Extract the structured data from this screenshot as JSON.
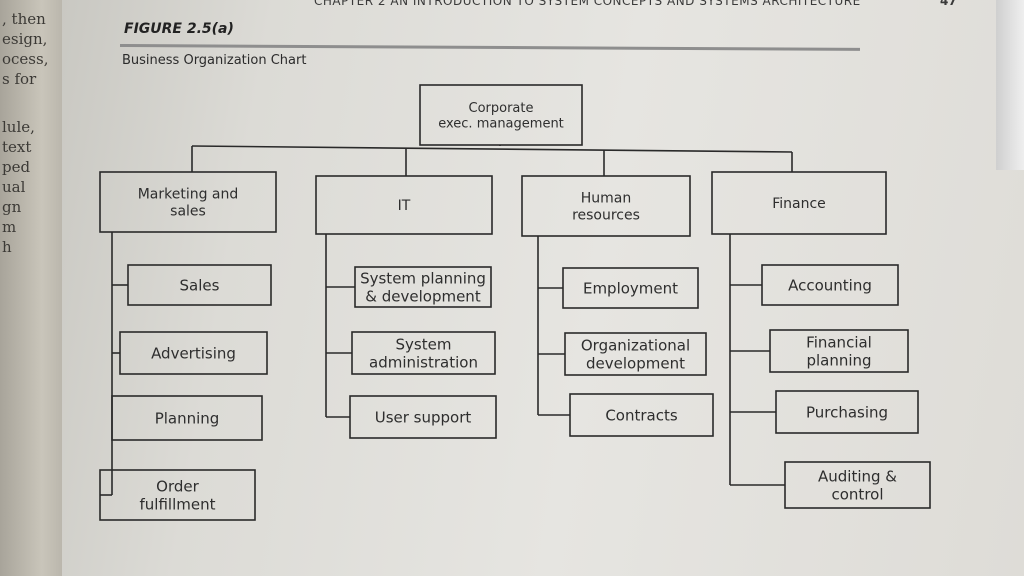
{
  "running_head": "CHAPTER 2   AN INTRODUCTION TO SYSTEM CONCEPTS AND SYSTEMS ARCHITECTURE",
  "page_number": "47",
  "figure": {
    "label": "FIGURE 2.5(a)",
    "title": "Business Organization Chart"
  },
  "left_margin_words": [
    ", then",
    "esign,",
    "ocess,",
    "s for",
    "lule,",
    "text",
    "ped",
    "ual",
    "gn",
    "m",
    "h"
  ],
  "org_chart": {
    "root": {
      "lines": [
        "Corporate",
        "exec. management"
      ]
    },
    "departments": [
      {
        "lines": [
          "Marketing and",
          "sales"
        ],
        "children": [
          [
            "Sales"
          ],
          [
            "Advertising"
          ],
          [
            "Planning"
          ],
          [
            "Order",
            "fulfillment"
          ]
        ]
      },
      {
        "lines": [
          "IT"
        ],
        "children": [
          [
            "System planning",
            "& development"
          ],
          [
            "System",
            "administration"
          ],
          [
            "User support"
          ]
        ]
      },
      {
        "lines": [
          "Human",
          "resources"
        ],
        "children": [
          [
            "Employment"
          ],
          [
            "Organizational",
            "development"
          ],
          [
            "Contracts"
          ]
        ]
      },
      {
        "lines": [
          "Finance"
        ],
        "children": [
          [
            "Accounting"
          ],
          [
            "Financial",
            "planning"
          ],
          [
            "Purchasing"
          ],
          [
            "Auditing &",
            "control"
          ]
        ]
      }
    ]
  }
}
